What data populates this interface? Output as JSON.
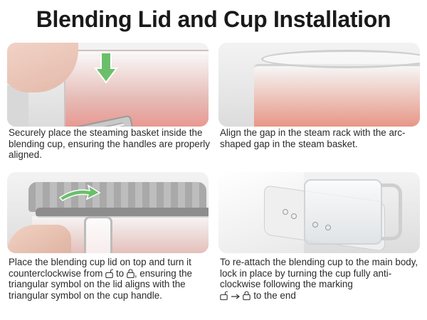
{
  "page": {
    "title": "Blending Lid and Cup Installation"
  },
  "steps": [
    {
      "caption": "Securely place the steaming basket inside the blending cup, ensuring the handles are properly aligned."
    },
    {
      "caption": "Align the gap in the steam rack with the arc-shaped gap in the steam basket."
    },
    {
      "caption_before": "Place the blending cup lid on top and turn it counterclockwise from",
      "caption_mid": "to",
      "caption_after": ", ensuring the triangular symbol on the lid aligns with the triangular symbol on the cup handle."
    },
    {
      "caption_before": "To re-attach the blending cup to the main body, lock in place by turning the cup fully anti-clockwise following the marking",
      "caption_after": "to the end"
    }
  ],
  "icons": {
    "unlock": "unlock-icon",
    "lock": "lock-icon",
    "arrow_down": "arrow-down-icon",
    "arrow_curve": "curved-arrow-icon",
    "arrow_right": "arrow-right-icon"
  },
  "colors": {
    "arrow_green": "#6bbf6a",
    "text": "#2a2a2a",
    "title": "#1a1a1a"
  }
}
